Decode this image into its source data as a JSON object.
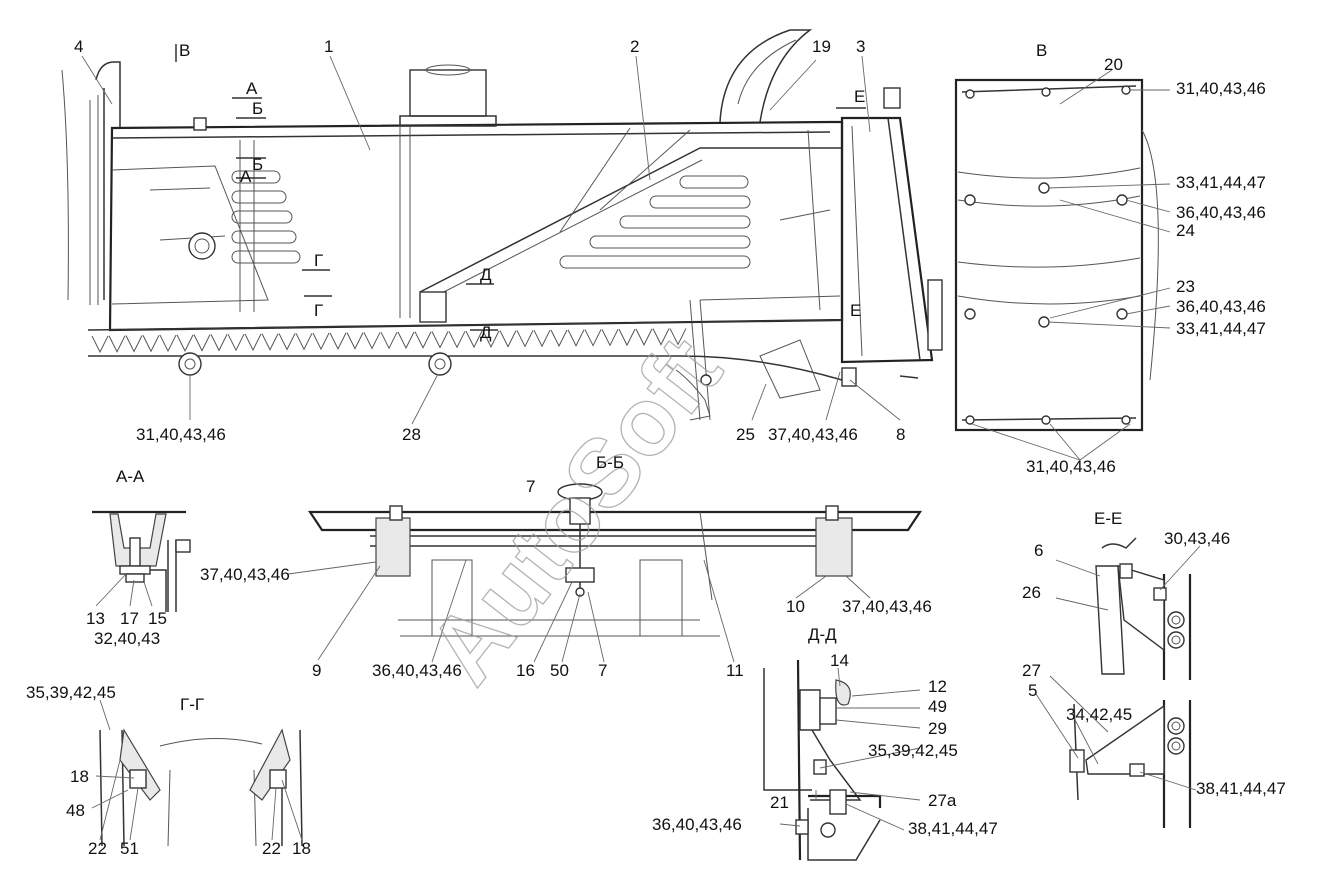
{
  "watermark": "AutoSoft",
  "sections": {
    "view_b_marker": "В",
    "view_b_title": "В",
    "a_a": "А-А",
    "b_b": "Б-Б",
    "g_g": "Г-Г",
    "d_d": "Д-Д",
    "e_e": "Е-Е",
    "cut_a": "А",
    "cut_b": "Б",
    "cut_b2": "Б",
    "cut_a2": "А",
    "cut_g": "Г",
    "cut_g2": "Г",
    "cut_d": "Д",
    "cut_d2": "Д",
    "cut_e": "Е",
    "cut_e2": "Е"
  },
  "callouts": {
    "main": [
      "4",
      "1",
      "2",
      "19",
      "3",
      "31,40,43,46",
      "28",
      "25",
      "37,40,43,46",
      "8"
    ],
    "view_b": [
      "20",
      "31,40,43,46",
      "33,41,44,47",
      "36,40,43,46",
      "24",
      "23",
      "36,40,43,46",
      "33,41,44,47",
      "31,40,43,46"
    ],
    "a_a": [
      "13",
      "17",
      "15",
      "32,40,43"
    ],
    "b_b": [
      "7",
      "37,40,43,46",
      "9",
      "36,40,43,46",
      "16",
      "50",
      "7",
      "11",
      "10",
      "37,40,43,46"
    ],
    "g_g": [
      "35,39,42,45",
      "18",
      "48",
      "22",
      "51",
      "22",
      "18"
    ],
    "d_d": [
      "14",
      "12",
      "49",
      "29",
      "35,39,42,45",
      "21",
      "27а",
      "36,40,43,46",
      "38,41,44,47"
    ],
    "e_e": [
      "6",
      "30,43,46",
      "26",
      "27",
      "5",
      "34,42,45",
      "38,41,44,47"
    ]
  }
}
